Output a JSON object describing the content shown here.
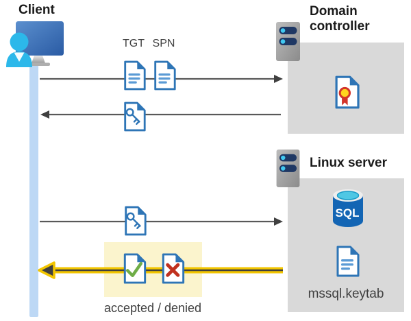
{
  "client": {
    "label": "Client",
    "icon": "monitor-user-icon"
  },
  "domain_controller": {
    "label": "Domain controller",
    "icon": "server-icon",
    "content_icon": "certificate-document-icon"
  },
  "linux_server": {
    "label": "Linux server",
    "icon": "server-icon",
    "database_icon": "sql-database-icon",
    "keytab_icon": "keytab-document-icon",
    "keytab_label": "mssql.keytab"
  },
  "flows": {
    "request": {
      "direction": "client-to-domain-controller",
      "ticket_labels": [
        "TGT",
        "SPN"
      ],
      "icons": [
        "tgt-document-icon",
        "spn-document-icon"
      ]
    },
    "ticket_response": {
      "direction": "domain-controller-to-client",
      "icons": [
        "key-document-icon"
      ]
    },
    "ticket_forward": {
      "direction": "client-to-linux-server",
      "icons": [
        "key-document-icon"
      ]
    },
    "auth_result": {
      "direction": "linux-server-to-client",
      "label": "accepted / denied",
      "icons": [
        "accepted-document-icon",
        "denied-document-icon"
      ],
      "highlighted": true
    }
  },
  "colors": {
    "doc_border_blue": "#2e75b6",
    "doc_line_blue": "#5b9bd5",
    "person_cyan": "#2cb8ea",
    "lifeline_blue": "#bdd8f5",
    "arrow_gray": "#595959",
    "highlight_yellow": "#fbf4cd",
    "arrow_gold": "#f2c500",
    "box_gray": "#d9d9d9",
    "check_green": "#6fad47",
    "deny_red": "#c0311f",
    "cert_red": "#d2342a",
    "cert_gold": "#ffd51e",
    "sql_blue": "#1365b4",
    "server_pill_navy": "#1f3864",
    "title_text": "#1a1a1a",
    "secondary_text": "#404040"
  }
}
